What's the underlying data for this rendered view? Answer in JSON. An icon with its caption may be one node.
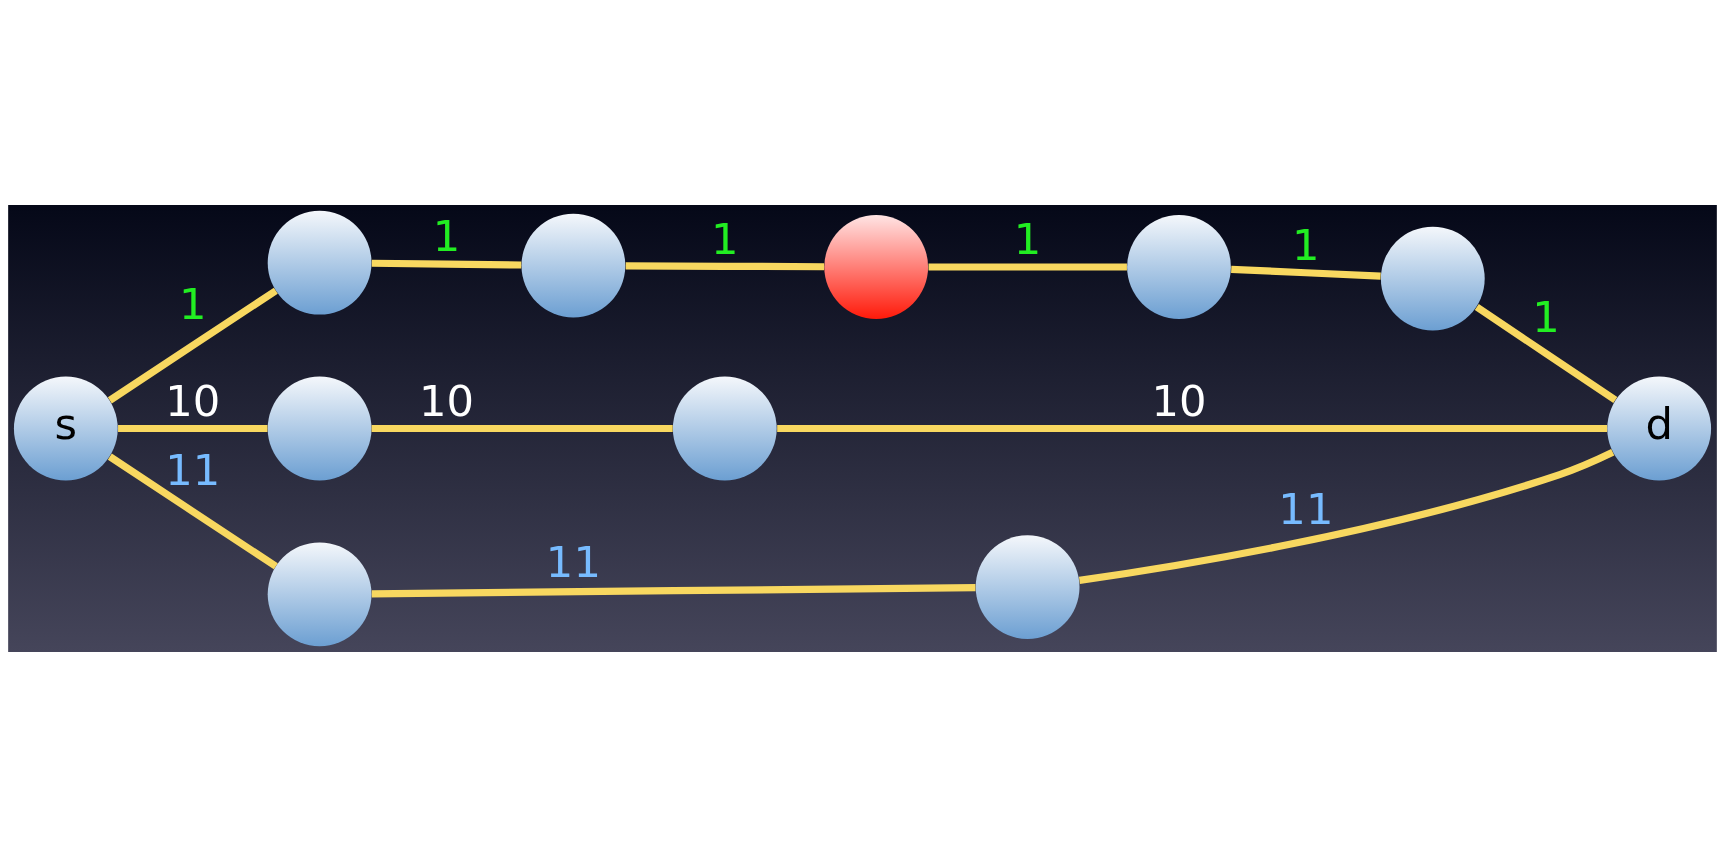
{
  "diagram": {
    "nodes": [
      {
        "text": [],
        "shape": "circle"
      },
      {
        "text": [],
        "shape": "circle"
      },
      {
        "text": [],
        "shape": "circle"
      },
      {
        "text": [],
        "shape": "circle"
      },
      {
        "text": [],
        "shape": "circle"
      },
      {
        "text": [
          "s"
        ]
      },
      {
        "text": [],
        "shape": "circle"
      },
      {
        "text": [],
        "shape": "circle"
      },
      {
        "text": [
          "d"
        ]
      },
      {
        "text": [],
        "shape": "circle"
      },
      {
        "text": [],
        "shape": "circle"
      }
    ],
    "edges": [
      {
        "from": 5,
        "to": 0,
        "arrow": "none",
        "label": "1"
      },
      {
        "from": 0,
        "to": 1,
        "arrow": "none",
        "label": "1"
      },
      {
        "from": 1,
        "to": 2,
        "arrow": "none",
        "label": "1"
      },
      {
        "from": 2,
        "to": 3,
        "arrow": "none",
        "label": "1"
      },
      {
        "from": 3,
        "to": 4,
        "arrow": "none",
        "label": "1"
      },
      {
        "from": 4,
        "to": 8,
        "arrow": "none",
        "label": "1"
      },
      {
        "from": 5,
        "to": 6,
        "arrow": "none",
        "label": "10"
      },
      {
        "from": 6,
        "to": 7,
        "arrow": "none",
        "label": "10"
      },
      {
        "from": 7,
        "to": 8,
        "arrow": "none",
        "label": "10"
      },
      {
        "from": 5,
        "to": 9,
        "arrow": "none",
        "label": "11"
      },
      {
        "from": 9,
        "to": 10,
        "arrow": "none",
        "label": "11"
      },
      {
        "from": 10,
        "to": 8,
        "arrow": "none",
        "label": "11"
      }
    ]
  }
}
